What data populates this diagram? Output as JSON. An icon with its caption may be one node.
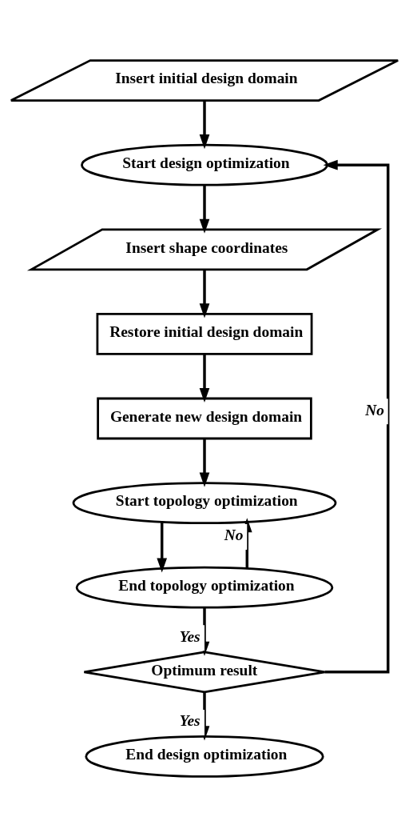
{
  "diagram": {
    "nodes": [
      {
        "text": [
          "Insert initial design domain"
        ]
      },
      {
        "text": [
          "Start design optimization"
        ]
      },
      {
        "text": [
          "Insert shape coordinates"
        ]
      },
      {
        "text": [
          "Restore initial design domain"
        ]
      },
      {
        "text": [
          "Generate new design domain"
        ]
      },
      {
        "text": [
          "Start topology optimization"
        ]
      },
      {
        "text": [
          "End topology optimization"
        ]
      },
      {
        "text": [
          "Optimum result"
        ]
      },
      {
        "text": [
          "End design optimization"
        ]
      }
    ],
    "edges": [
      {
        "from": 0,
        "to": 1,
        "arrow": "to"
      },
      {
        "from": 1,
        "to": 2,
        "arrow": "to"
      },
      {
        "from": 2,
        "to": 3,
        "arrow": "to"
      },
      {
        "from": 3,
        "to": 4,
        "arrow": "to"
      },
      {
        "from": 4,
        "to": 5,
        "arrow": "to"
      },
      {
        "from": 5,
        "to": 6,
        "arrow": "to"
      },
      {
        "from": 6,
        "to": 5,
        "arrow": "to",
        "label": "No"
      },
      {
        "from": 6,
        "to": 7,
        "arrow": "to",
        "label": "Yes"
      },
      {
        "from": 7,
        "to": 1,
        "arrow": "to",
        "label": "No"
      },
      {
        "from": 7,
        "to": 8,
        "arrow": "to",
        "label": "Yes"
      }
    ]
  }
}
